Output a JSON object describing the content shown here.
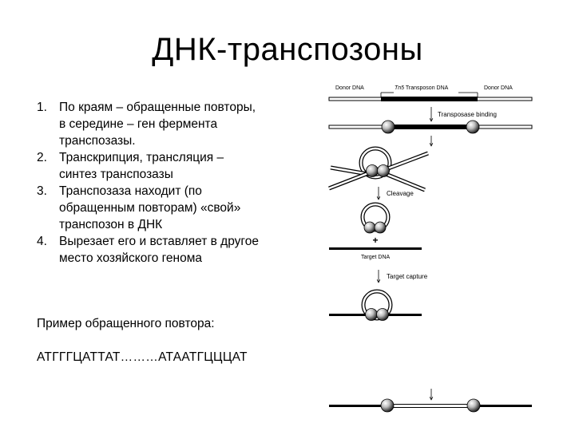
{
  "title": "ДНК-транспозоны",
  "steps": [
    {
      "num": "1.",
      "lines": [
        "По краям – обращенные повторы,",
        "в середине – ген фермента",
        "транспозазы."
      ]
    },
    {
      "num": "2.",
      "lines": [
        "Транскрипция, трансляция –",
        "синтез транспозазы"
      ]
    },
    {
      "num": "3.",
      "lines": [
        "Транспозаза находит (по",
        "обращенным повторам) «свой»",
        "транспозон в ДНК"
      ]
    },
    {
      "num": "4.",
      "lines": [
        "Вырезает его и вставляет в другое",
        "место хозяйского генома"
      ]
    }
  ],
  "example": {
    "label": "Пример обращенного повтора:",
    "sequence": "АТГГГЦАТТАТ………АТААТГЦЦЦАТ"
  },
  "diagram": {
    "donor_left": "Donor DNA",
    "tn5_italic": "Tn5",
    "transposon_rest": " Transposon DNA",
    "donor_right": "Donor DNA",
    "transposase_binding": "Transposase binding",
    "cleavage": "Cleavage",
    "plus": "+",
    "target_dna": "Target DNA",
    "target_capture": "Target capture"
  },
  "colors": {
    "text": "#000000",
    "background": "#ffffff",
    "sphere_light": "#eeeeee",
    "sphere_dark": "#333333"
  }
}
